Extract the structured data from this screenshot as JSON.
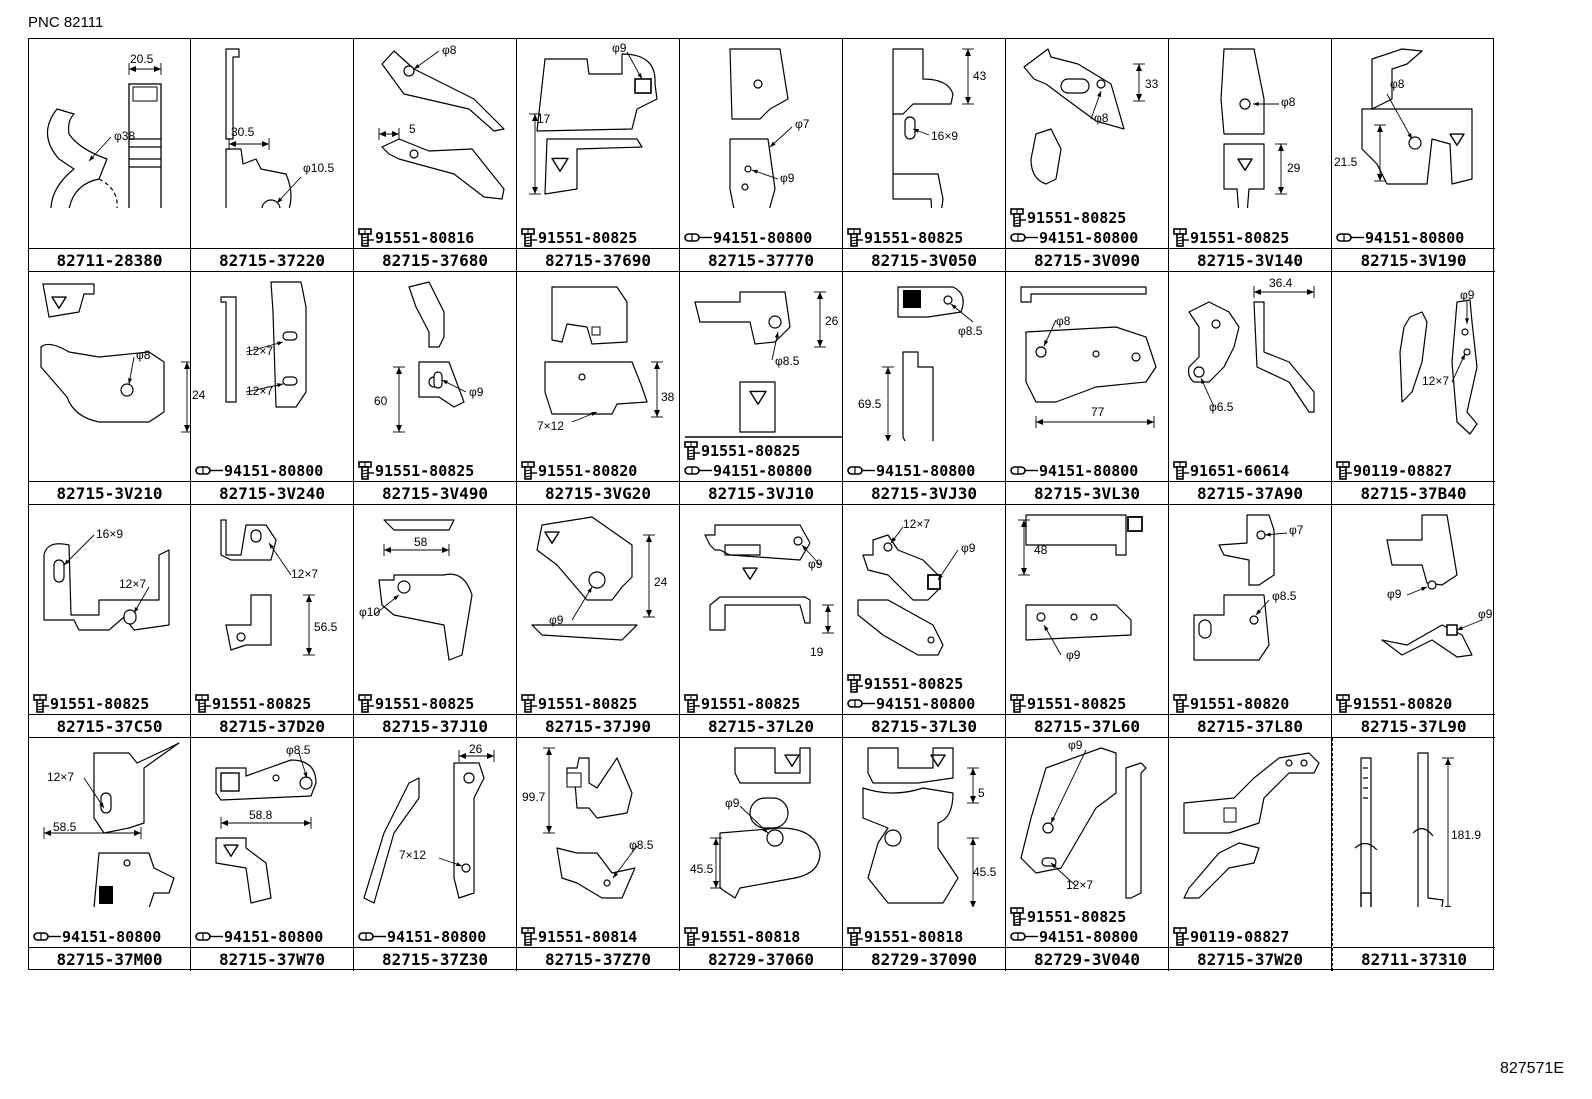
{
  "header": {
    "pnc": "PNC 82111"
  },
  "footer": {
    "drawing_number": "827571E"
  },
  "cells": [
    {
      "part": "82711-28380",
      "fasteners": [],
      "dims": [
        "20.5",
        "φ38"
      ]
    },
    {
      "part": "82715-37220",
      "fasteners": [],
      "dims": [
        "30.5",
        "φ10.5"
      ]
    },
    {
      "part": "82715-37680",
      "fasteners": [
        {
          "type": "bolt",
          "no": "91551-80816"
        }
      ],
      "dims": [
        "φ8",
        "5"
      ]
    },
    {
      "part": "82715-37690",
      "fasteners": [
        {
          "type": "bolt",
          "no": "91551-80825"
        }
      ],
      "dims": [
        "φ9",
        "17"
      ]
    },
    {
      "part": "82715-37770",
      "fasteners": [
        {
          "type": "clip",
          "no": "94151-80800"
        }
      ],
      "dims": [
        "φ7",
        "φ9"
      ]
    },
    {
      "part": "82715-3V050",
      "fasteners": [
        {
          "type": "bolt",
          "no": "91551-80825"
        }
      ],
      "dims": [
        "43",
        "16×9"
      ]
    },
    {
      "part": "82715-3V090",
      "fasteners": [
        {
          "type": "bolt",
          "no": "91551-80825"
        },
        {
          "type": "clip",
          "no": "94151-80800"
        }
      ],
      "dims": [
        "33",
        "φ8"
      ]
    },
    {
      "part": "82715-3V140",
      "fasteners": [
        {
          "type": "bolt",
          "no": "91551-80825"
        }
      ],
      "dims": [
        "φ8",
        "29"
      ]
    },
    {
      "part": "82715-3V190",
      "fasteners": [
        {
          "type": "clip",
          "no": "94151-80800"
        }
      ],
      "dims": [
        "φ8",
        "21.5"
      ]
    },
    {
      "part": "82715-3V210",
      "fasteners": [],
      "dims": [
        "φ8",
        "24"
      ]
    },
    {
      "part": "82715-3V240",
      "fasteners": [
        {
          "type": "clip",
          "no": "94151-80800"
        }
      ],
      "dims": [
        "12×7",
        "12×7"
      ]
    },
    {
      "part": "82715-3V490",
      "fasteners": [
        {
          "type": "bolt",
          "no": "91551-80825"
        }
      ],
      "dims": [
        "60",
        "φ9"
      ]
    },
    {
      "part": "82715-3VG20",
      "fasteners": [
        {
          "type": "bolt",
          "no": "91551-80820"
        }
      ],
      "dims": [
        "38",
        "7×12"
      ]
    },
    {
      "part": "82715-3VJ10",
      "fasteners": [
        {
          "type": "bolt",
          "no": "91551-80825"
        },
        {
          "type": "clip",
          "no": "94151-80800"
        }
      ],
      "dims": [
        "26",
        "φ8.5"
      ]
    },
    {
      "part": "82715-3VJ30",
      "fasteners": [
        {
          "type": "clip",
          "no": "94151-80800"
        }
      ],
      "dims": [
        "φ8.5",
        "69.5"
      ]
    },
    {
      "part": "82715-3VL30",
      "fasteners": [
        {
          "type": "clip",
          "no": "94151-80800"
        }
      ],
      "dims": [
        "φ8",
        "77"
      ]
    },
    {
      "part": "82715-37A90",
      "fasteners": [
        {
          "type": "bolt",
          "no": "91651-60614"
        }
      ],
      "dims": [
        "36.4",
        "φ6.5"
      ]
    },
    {
      "part": "82715-37B40",
      "fasteners": [
        {
          "type": "bolt",
          "no": "90119-08827"
        }
      ],
      "dims": [
        "φ9",
        "12×7"
      ]
    },
    {
      "part": "82715-37C50",
      "fasteners": [
        {
          "type": "bolt",
          "no": "91551-80825"
        }
      ],
      "dims": [
        "16×9",
        "12×7"
      ]
    },
    {
      "part": "82715-37D20",
      "fasteners": [
        {
          "type": "bolt",
          "no": "91551-80825"
        }
      ],
      "dims": [
        "12×7",
        "56.5"
      ]
    },
    {
      "part": "82715-37J10",
      "fasteners": [
        {
          "type": "bolt",
          "no": "91551-80825"
        }
      ],
      "dims": [
        "58",
        "φ10"
      ]
    },
    {
      "part": "82715-37J90",
      "fasteners": [
        {
          "type": "bolt",
          "no": "91551-80825"
        }
      ],
      "dims": [
        "24",
        "φ9"
      ]
    },
    {
      "part": "82715-37L20",
      "fasteners": [
        {
          "type": "bolt",
          "no": "91551-80825"
        }
      ],
      "dims": [
        "φ9",
        "19"
      ]
    },
    {
      "part": "82715-37L30",
      "fasteners": [
        {
          "type": "bolt",
          "no": "91551-80825"
        },
        {
          "type": "clip",
          "no": "94151-80800"
        }
      ],
      "dims": [
        "12×7",
        "φ9"
      ]
    },
    {
      "part": "82715-37L60",
      "fasteners": [
        {
          "type": "bolt",
          "no": "91551-80825"
        }
      ],
      "dims": [
        "48",
        "φ9"
      ]
    },
    {
      "part": "82715-37L80",
      "fasteners": [
        {
          "type": "bolt",
          "no": "91551-80820"
        }
      ],
      "dims": [
        "φ7",
        "φ8.5"
      ]
    },
    {
      "part": "82715-37L90",
      "fasteners": [
        {
          "type": "bolt",
          "no": "91551-80820"
        }
      ],
      "dims": [
        "φ9",
        "φ9"
      ]
    },
    {
      "part": "82715-37M00",
      "fasteners": [
        {
          "type": "clip",
          "no": "94151-80800"
        }
      ],
      "dims": [
        "12×7",
        "58.5"
      ]
    },
    {
      "part": "82715-37W70",
      "fasteners": [
        {
          "type": "clip",
          "no": "94151-80800"
        }
      ],
      "dims": [
        "φ8.5",
        "58.8"
      ]
    },
    {
      "part": "82715-37Z30",
      "fasteners": [
        {
          "type": "clip",
          "no": "94151-80800"
        }
      ],
      "dims": [
        "26",
        "7×12"
      ]
    },
    {
      "part": "82715-37Z70",
      "fasteners": [
        {
          "type": "bolt",
          "no": "91551-80814"
        }
      ],
      "dims": [
        "99.7",
        "φ8.5"
      ]
    },
    {
      "part": "82729-37060",
      "fasteners": [
        {
          "type": "bolt",
          "no": "91551-80818"
        }
      ],
      "dims": [
        "φ9",
        "45.5"
      ]
    },
    {
      "part": "82729-37090",
      "fasteners": [
        {
          "type": "bolt",
          "no": "91551-80818"
        }
      ],
      "dims": [
        "5",
        "45.5"
      ]
    },
    {
      "part": "82729-3V040",
      "fasteners": [
        {
          "type": "bolt",
          "no": "91551-80825"
        },
        {
          "type": "clip",
          "no": "94151-80800"
        }
      ],
      "dims": [
        "φ9",
        "12×7"
      ]
    },
    {
      "part": "82715-37W20",
      "fasteners": [
        {
          "type": "bolt",
          "no": "90119-08827"
        }
      ],
      "dims": []
    },
    {
      "part": "82711-37310",
      "fasteners": [],
      "dims": [
        "181.9"
      ]
    }
  ]
}
